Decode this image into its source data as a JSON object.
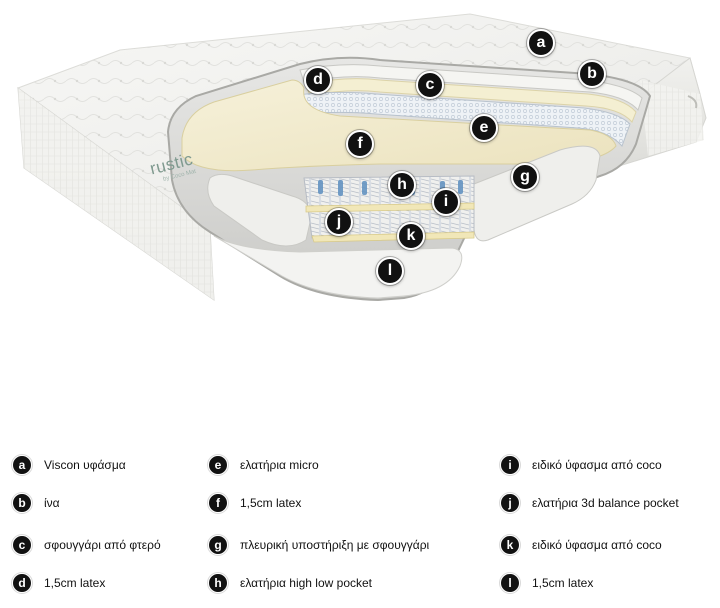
{
  "brand": {
    "logo_text": "rustic",
    "logo_sub": "by Coco Mat"
  },
  "markers": [
    {
      "key": "a",
      "label": "a"
    },
    {
      "key": "b",
      "label": "b"
    },
    {
      "key": "c",
      "label": "c"
    },
    {
      "key": "d",
      "label": "d"
    },
    {
      "key": "e",
      "label": "e"
    },
    {
      "key": "f",
      "label": "f"
    },
    {
      "key": "g",
      "label": "g"
    },
    {
      "key": "h",
      "label": "h"
    },
    {
      "key": "i",
      "label": "i"
    },
    {
      "key": "j",
      "label": "j"
    },
    {
      "key": "k",
      "label": "k"
    },
    {
      "key": "l",
      "label": "l"
    }
  ],
  "legend": [
    {
      "letter": "a",
      "text": "Viscon υφάσμα"
    },
    {
      "letter": "b",
      "text": "ίνα"
    },
    {
      "letter": "c",
      "text": "σφουγγάρι από φτερό"
    },
    {
      "letter": "d",
      "text": "1,5cm latex"
    },
    {
      "letter": "e",
      "text": "ελατήρια micro"
    },
    {
      "letter": "f",
      "text": "1,5cm latex"
    },
    {
      "letter": "g",
      "text": "πλευρική υποστήριξη με σφουγγάρι"
    },
    {
      "letter": "h",
      "text": "ελατήρια high low pocket"
    },
    {
      "letter": "i",
      "text": "ειδικό ύφασμα από coco"
    },
    {
      "letter": "j",
      "text": "ελατήρια 3d balance pocket"
    },
    {
      "letter": "k",
      "text": "ειδικό ύφασμα από coco"
    },
    {
      "letter": "l",
      "text": "1,5cm latex"
    }
  ],
  "colors": {
    "marker_bg": "#111111",
    "marker_fg": "#ffffff",
    "latex": "#f2ecd2",
    "fabric": "#f3f3f1",
    "spring_blue": "#5d8fc0"
  }
}
